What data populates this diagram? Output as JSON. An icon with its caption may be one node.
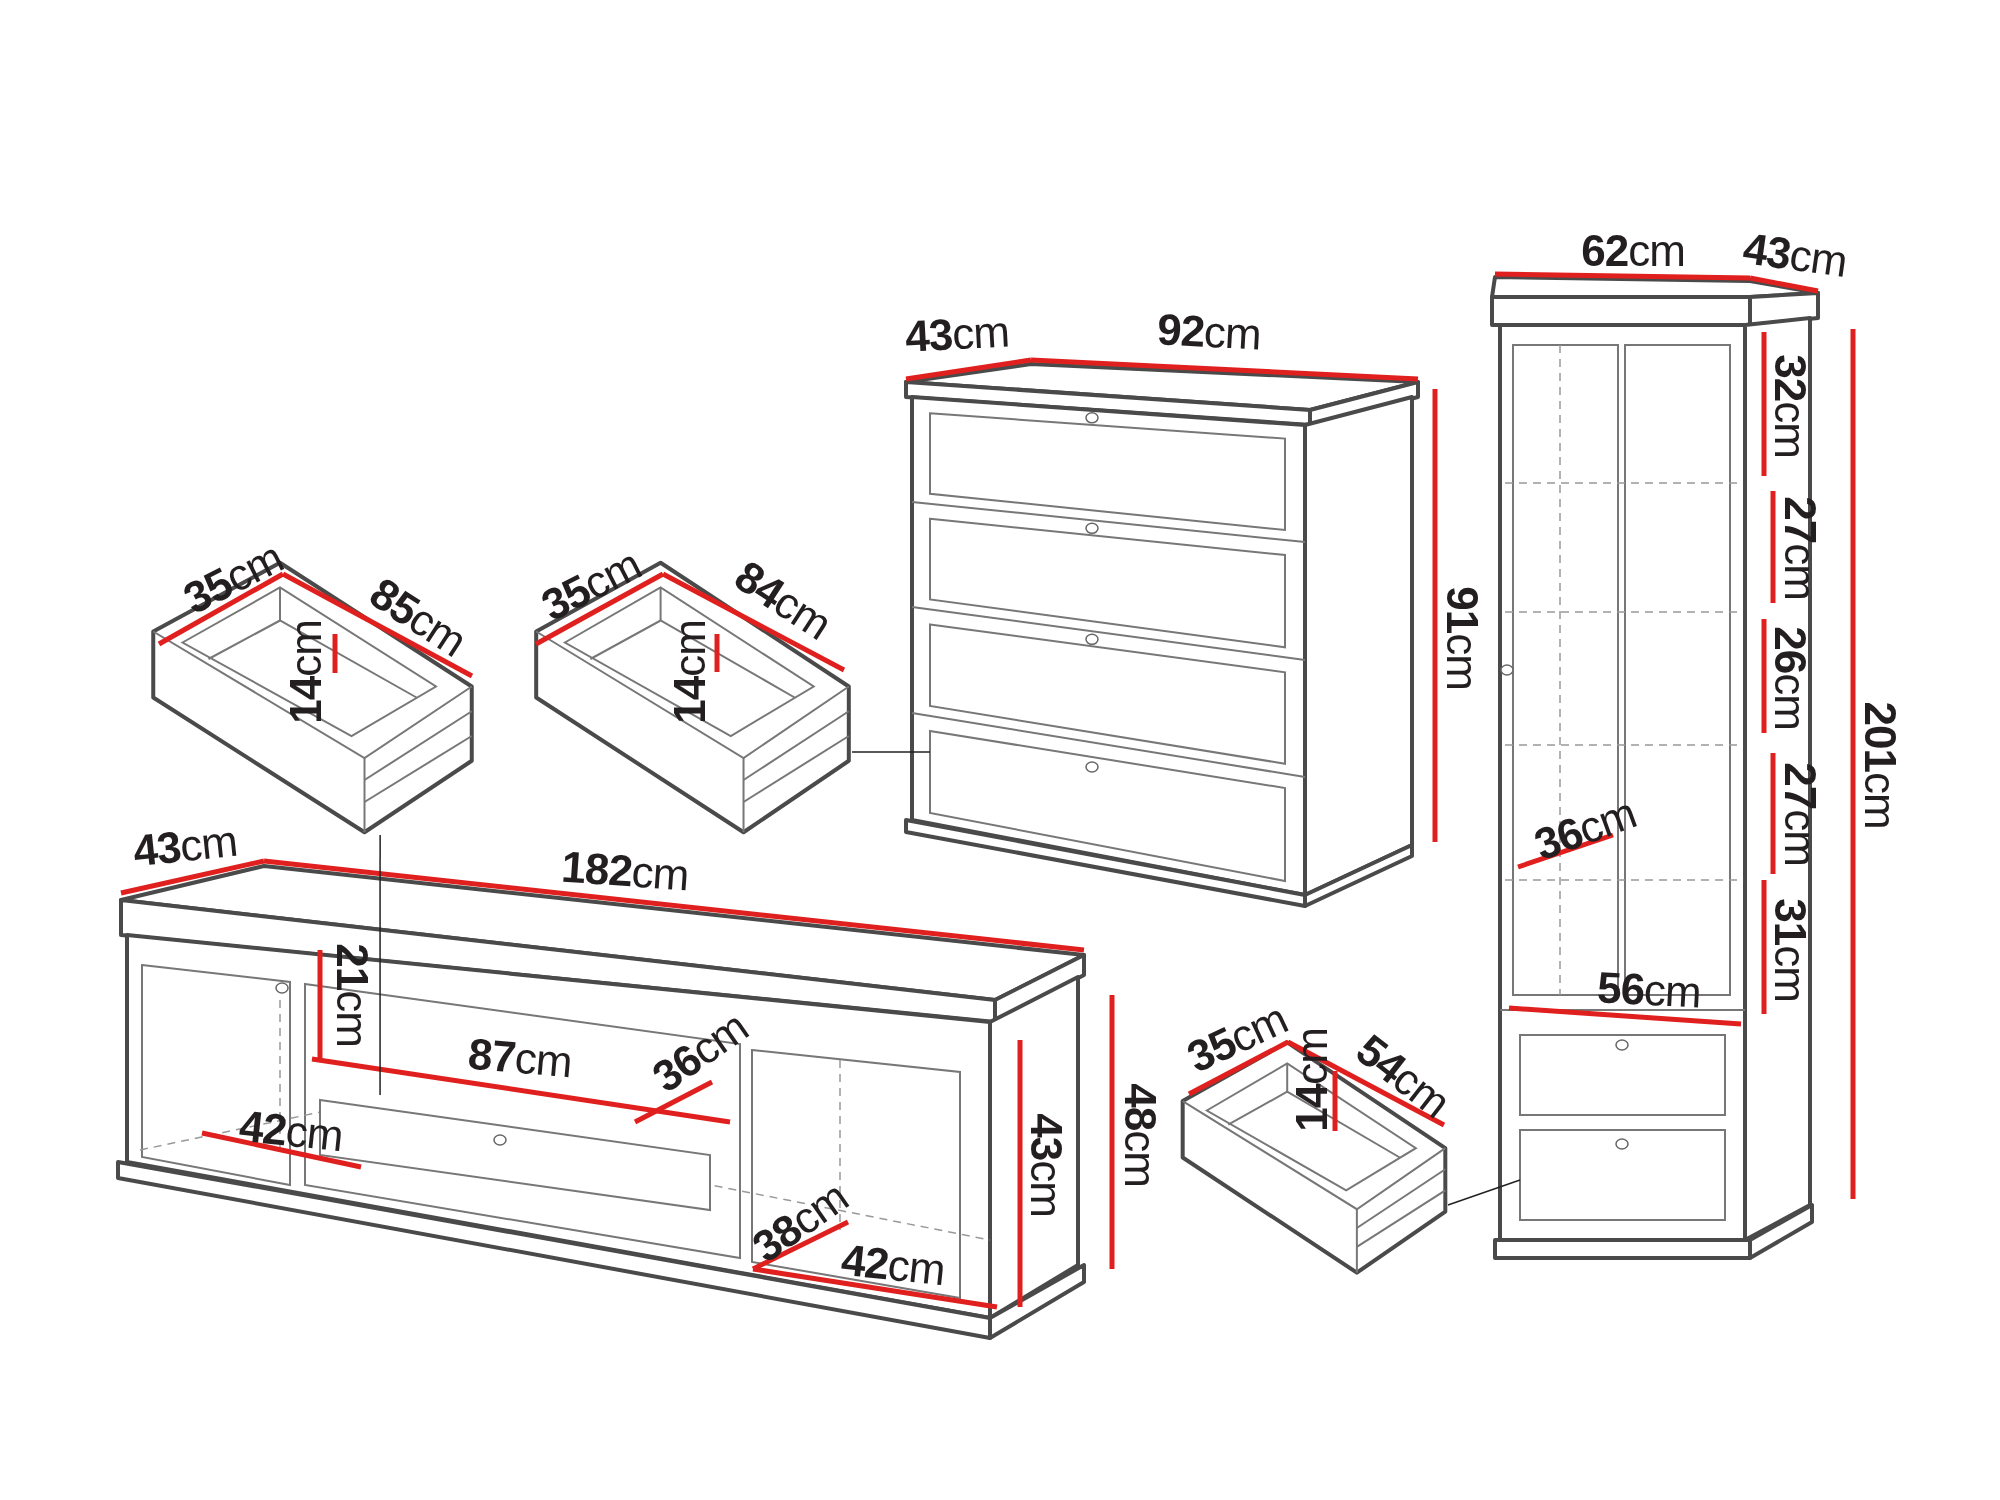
{
  "diagram": {
    "nodes": [
      {
        "text": [],
        "shape": "picture"
      },
      {
        "text": [],
        "shape": "box",
        "in": 0
      },
      {
        "text": [],
        "shape": "picture"
      },
      {
        "text": [],
        "shape": "box",
        "in": 2
      },
      {
        "text": [],
        "shape": "picture"
      },
      {
        "text": [],
        "shape": "picture"
      },
      {
        "text": [],
        "shape": "picture"
      },
      {
        "text": [],
        "shape": "box",
        "in": 6
      },
      {
        "text": [],
        "shape": "picture"
      }
    ],
    "edges": [
      {
        "from": 4,
        "to": 7,
        "arrow": "none"
      },
      {
        "from": 5,
        "to": 3,
        "arrow": "none"
      },
      {
        "from": 8,
        "to": 1,
        "arrow": "none"
      }
    ],
    "labels": [
      "**62**cm",
      "**43**cm",
      "**43**cm",
      "**92**cm",
      "**32**cm",
      "**27**cm",
      "**35**cm",
      "**85**cm",
      "**35**cm",
      "**84**cm",
      "**91**cm",
      "**14**cm",
      "**14**cm",
      "**26**cm",
      "**201**cm",
      "**27**cm",
      "**36**cm",
      "**43**cm",
      "**182**cm",
      "**31**cm",
      "**21**cm",
      "**56**cm",
      "**87**cm",
      "**36**cm",
      "**35**cm",
      "**54**cm",
      "**42**cm",
      "**14**cm",
      "**48**cm",
      "**43**cm",
      "**38**cm",
      "**42**cm"
    ]
  }
}
